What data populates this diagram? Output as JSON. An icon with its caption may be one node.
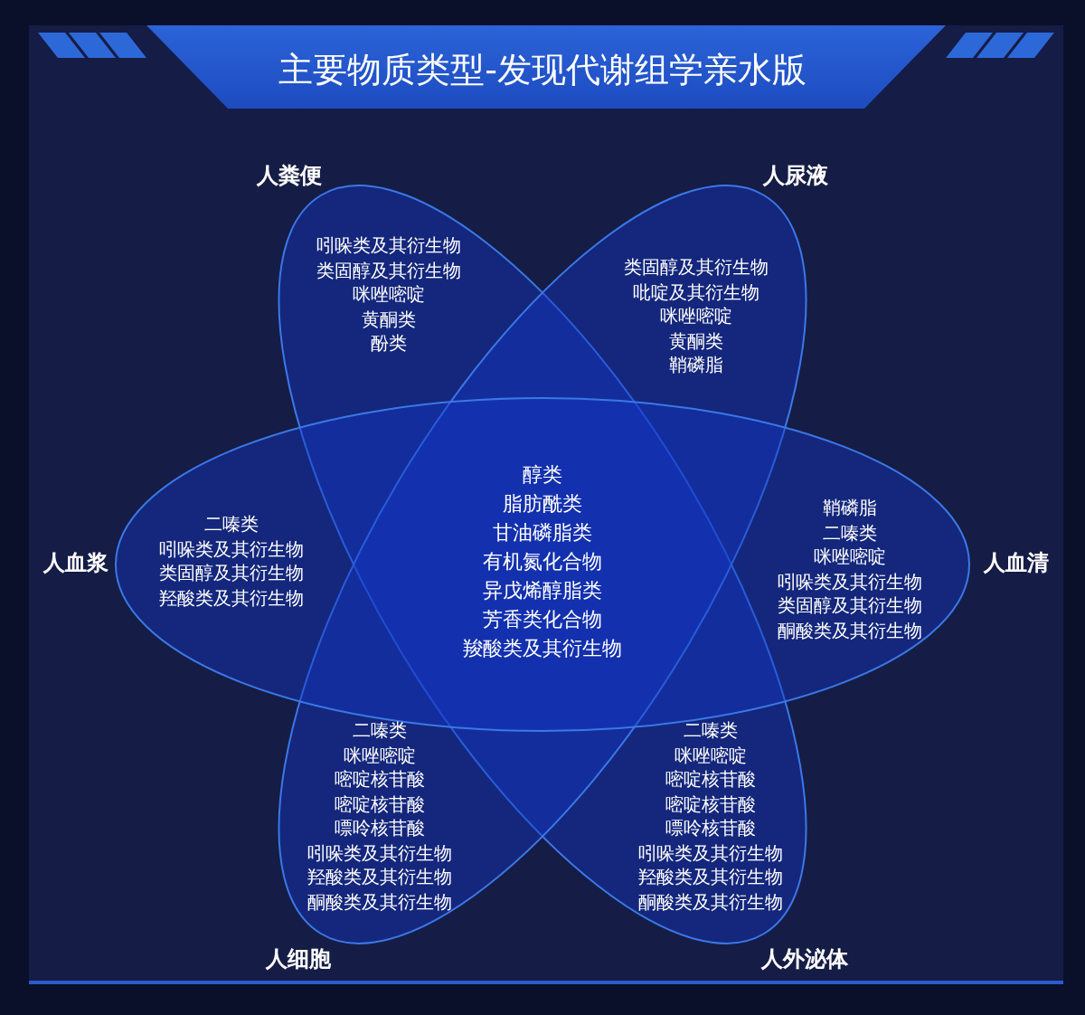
{
  "diagram": {
    "title": "主要物质类型-发现代谢组学亲水版",
    "nodes": [
      {
        "text": [
          "吲哚类及其衍生物",
          "类固醇及其衍生物",
          "咪唑嘧啶",
          "黄酮类",
          "酚类",
          "二嗪类",
          "咪唑嘧啶",
          "嘧啶核苷酸",
          "嘧啶核苷酸",
          "嘌呤核苷酸",
          "吲哚类及其衍生物",
          "羟酸类及其衍生物",
          "酮酸类及其衍生物"
        ],
        "beside": [
          "人粪便",
          "人外泌体"
        ]
      },
      {
        "text": [
          "类固醇及其衍生物",
          "吡啶及其衍生物",
          "咪唑嘧啶",
          "黄酮类",
          "鞘磷脂",
          "二嗪类",
          "咪唑嘧啶",
          "嘧啶核苷酸",
          "嘧啶核苷酸",
          "嘌呤核苷酸",
          "吲哚类及其衍生物",
          "羟酸类及其衍生物",
          "酮酸类及其衍生物"
        ],
        "beside": [
          "人尿液",
          "人细胞"
        ]
      },
      {
        "text": [
          "二嗪类",
          "吲哚类及其衍生物",
          "类固醇及其衍生物",
          "羟酸类及其衍生物",
          "鞘磷脂",
          "二嗪类",
          "咪唑嘧啶",
          "吲哚类及其衍生物",
          "类固醇及其衍生物",
          "酮酸类及其衍生物"
        ],
        "beside": [
          "人血浆",
          "人血清"
        ]
      }
    ],
    "labels": [
      "醇类",
      "脂肪酰类",
      "甘油磷脂类",
      "有机氮化合物",
      "异戊烯醇脂类",
      "芳香类化合物",
      "羧酸类及其衍生物"
    ]
  }
}
